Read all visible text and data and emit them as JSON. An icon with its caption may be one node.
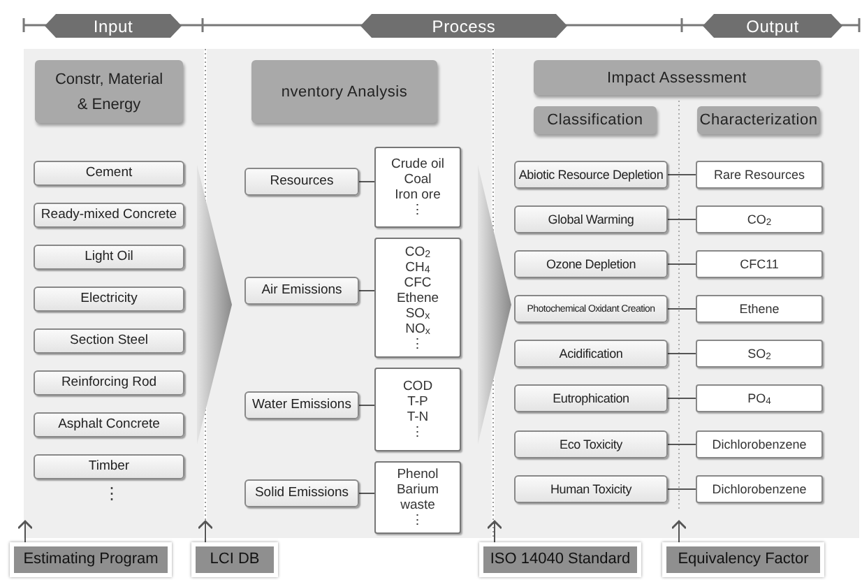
{
  "diagram": {
    "nodes": [
      {
        "text": [
          "Input"
        ]
      },
      {
        "text": [
          "Process"
        ]
      },
      {
        "text": [
          "Output"
        ]
      },
      {
        "text": [
          "Constr, Material & Energy"
        ]
      },
      {
        "text": [
          "Cement"
        ]
      },
      {
        "text": [
          "Ready-mixed Concrete"
        ]
      },
      {
        "text": [
          "Light Oil"
        ]
      },
      {
        "text": [
          "Electricity"
        ]
      },
      {
        "text": [
          "Section Steel"
        ]
      },
      {
        "text": [
          "Reinforcing Rod"
        ]
      },
      {
        "text": [
          "Asphalt Concrete"
        ]
      },
      {
        "text": [
          "Timber"
        ]
      },
      {
        "text": [
          "nventory Analysis"
        ]
      },
      {
        "text": [
          "Resources"
        ]
      },
      {
        "text": [
          "Crude oil",
          "Coal",
          "Iron ore",
          "⋮"
        ]
      },
      {
        "text": [
          "Air Emissions"
        ]
      },
      {
        "text": [
          "CO$_{2}$",
          "CH$_{4}$",
          "CFC",
          "Ethene",
          "SO$_{x}$",
          "NO$_{x}$",
          "⋮"
        ]
      },
      {
        "text": [
          "Water Emissions"
        ]
      },
      {
        "text": [
          "COD",
          "T-P",
          "T-N",
          "⋮"
        ]
      },
      {
        "text": [
          "Solid Emissions"
        ]
      },
      {
        "text": [
          "Phenol",
          "Barium",
          "waste",
          "⋮"
        ]
      },
      {
        "text": [
          "Impact Assessment"
        ]
      },
      {
        "text": [
          "Classification"
        ]
      },
      {
        "text": [
          "Characterization"
        ]
      },
      {
        "text": [
          "Abiotic Resource Depletion"
        ]
      },
      {
        "text": [
          "Rare Resources"
        ]
      },
      {
        "text": [
          "Global Warming"
        ]
      },
      {
        "text": [
          "CO$_{2}$"
        ]
      },
      {
        "text": [
          "Ozone Depletion"
        ]
      },
      {
        "text": [
          "CFC11"
        ]
      },
      {
        "text": [
          "Photochemical Oxidant Creation"
        ]
      },
      {
        "text": [
          "Ethene"
        ]
      },
      {
        "text": [
          "Acidification"
        ]
      },
      {
        "text": [
          "SO$_{2}$"
        ]
      },
      {
        "text": [
          "Eutrophication"
        ]
      },
      {
        "text": [
          "PO$_{4}$"
        ]
      },
      {
        "text": [
          "Eco Toxicity"
        ]
      },
      {
        "text": [
          "Dichlorobenzene"
        ]
      },
      {
        "text": [
          "Human Toxicity"
        ]
      },
      {
        "text": [
          "Dichlorobenzene"
        ]
      },
      {
        "text": [
          "Estimating Program"
        ]
      },
      {
        "text": [
          "LCI DB"
        ]
      },
      {
        "text": [
          "ISO 14040 Standard"
        ]
      },
      {
        "text": [
          "Equivalency Factor"
        ]
      }
    ],
    "edges": [
      {
        "from": 13,
        "to": 14,
        "arrow": "none"
      },
      {
        "from": 15,
        "to": 16,
        "arrow": "none"
      },
      {
        "from": 17,
        "to": 18,
        "arrow": "none"
      },
      {
        "from": 19,
        "to": 20,
        "arrow": "none"
      },
      {
        "from": 24,
        "to": 25,
        "arrow": "none"
      },
      {
        "from": 26,
        "to": 27,
        "arrow": "none"
      },
      {
        "from": 28,
        "to": 29,
        "arrow": "none"
      },
      {
        "from": 30,
        "to": 31,
        "arrow": "none"
      },
      {
        "from": 32,
        "to": 33,
        "arrow": "none"
      },
      {
        "from": 34,
        "to": 35,
        "arrow": "none"
      },
      {
        "from": 36,
        "to": 37,
        "arrow": "none"
      },
      {
        "from": 38,
        "to": 39,
        "arrow": "none"
      },
      {
        "from": 40,
        "to": null,
        "arrow": "to"
      },
      {
        "from": 41,
        "to": null,
        "arrow": "to"
      },
      {
        "from": 42,
        "to": null,
        "arrow": "to"
      },
      {
        "from": 43,
        "to": null,
        "arrow": "to"
      }
    ],
    "labels": [
      "⋮"
    ]
  }
}
